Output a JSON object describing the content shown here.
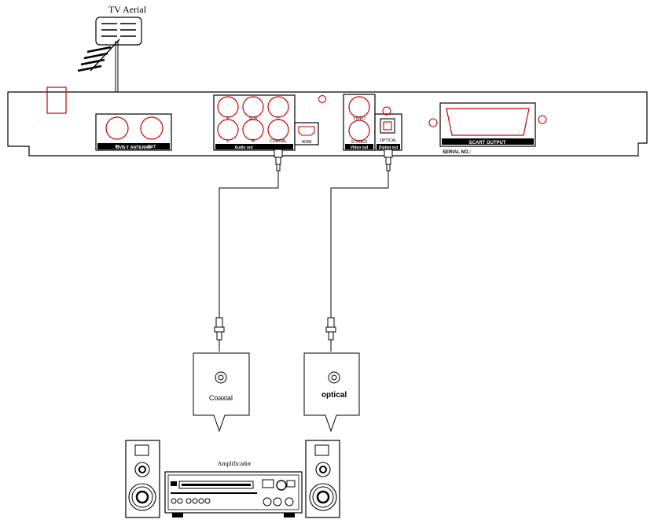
{
  "aerial": {
    "label": "TV Aerial"
  },
  "panel": {
    "antenna_label": "DVB-T ANTENNA",
    "antenna_in": "IN",
    "antenna_out": "OUT",
    "audio_out_label": "Audio out",
    "audio_small": [
      "F",
      "SL/R",
      "C",
      "L",
      "R"
    ],
    "coaxial_label": "COAXIAL",
    "hdmi_label": "HDMI",
    "video_label": "VIDEO",
    "svideo_label": "S-VIDEO",
    "video_out_label": "Video out",
    "optical_label": "OPTICAL",
    "digital_out_label": "Digital out",
    "scart_label": "SCART OUTPUT",
    "serial_label": "SERIAL NO.:"
  },
  "callouts": {
    "coaxial": "Coaxial",
    "optical": "optical"
  },
  "amplifier": {
    "label": "Amplificador"
  },
  "colors": {
    "line": "#000000",
    "accent_red": "#cc0000"
  }
}
